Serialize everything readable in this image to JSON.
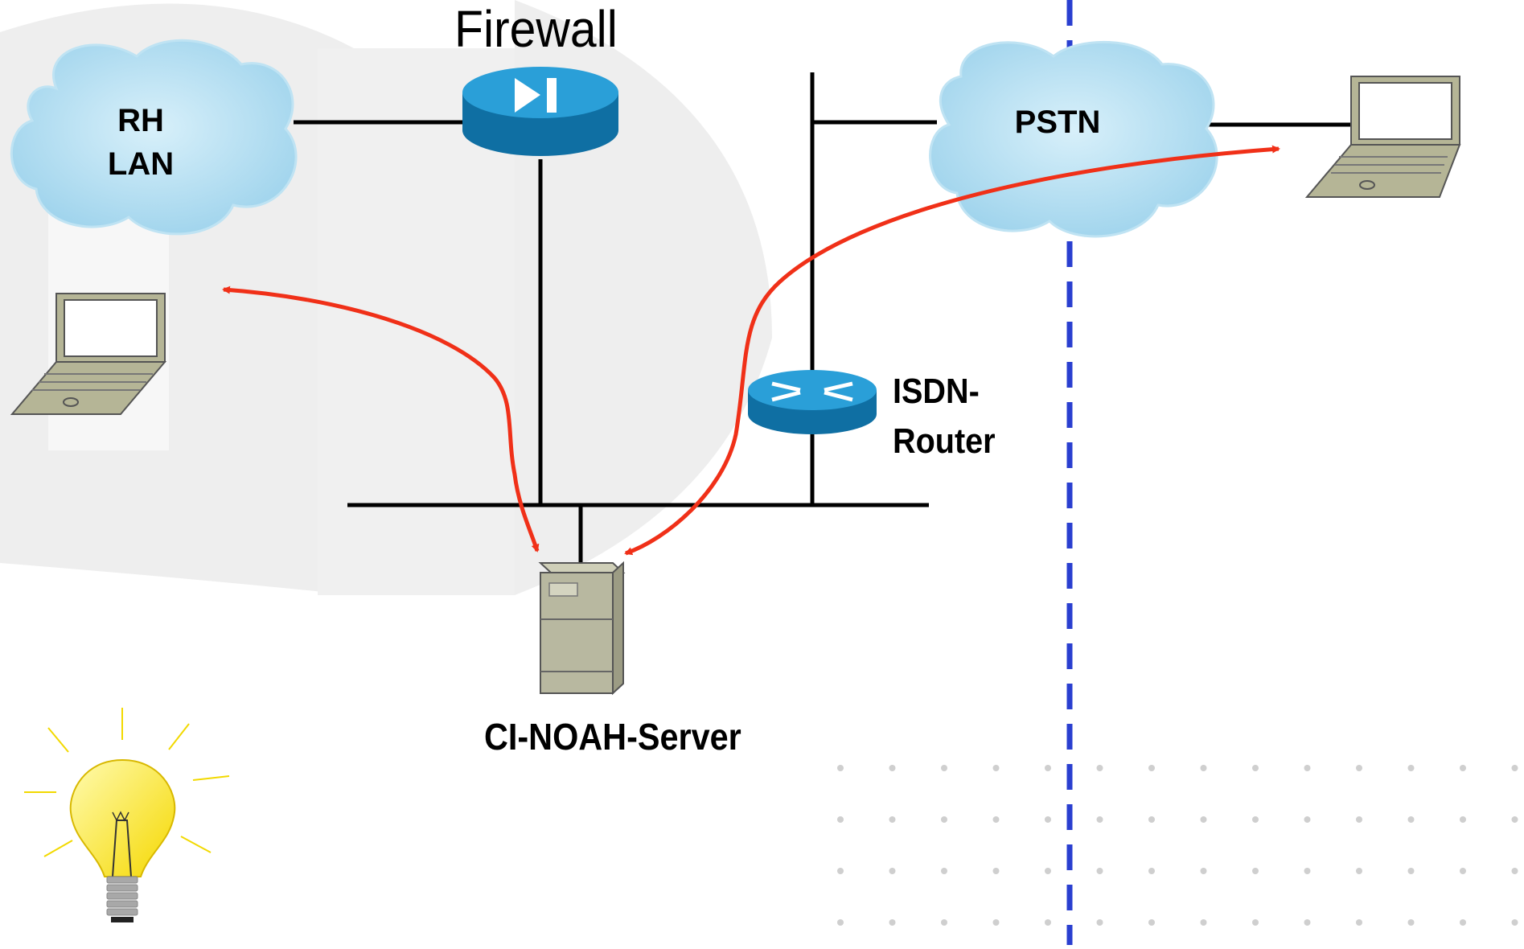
{
  "labels": {
    "firewall": "Firewall",
    "rh_lan_line1": "RH",
    "rh_lan_line2": "LAN",
    "pstn": "PSTN",
    "isdn_line1": "ISDN-",
    "isdn_line2": "Router",
    "server": "CI-NOAH-Server"
  },
  "colors": {
    "cloud": "#a8d8ee",
    "device_blue": "#1a8bc4",
    "arrow": "#f03018",
    "divider": "#2a3fd0",
    "laptop": "#b5b596",
    "server": "#b8b8a0",
    "bulb": "#fff200"
  },
  "icons": [
    "cloud-icon",
    "firewall-icon",
    "router-icon",
    "laptop-icon",
    "server-icon",
    "lightbulb-icon"
  ]
}
